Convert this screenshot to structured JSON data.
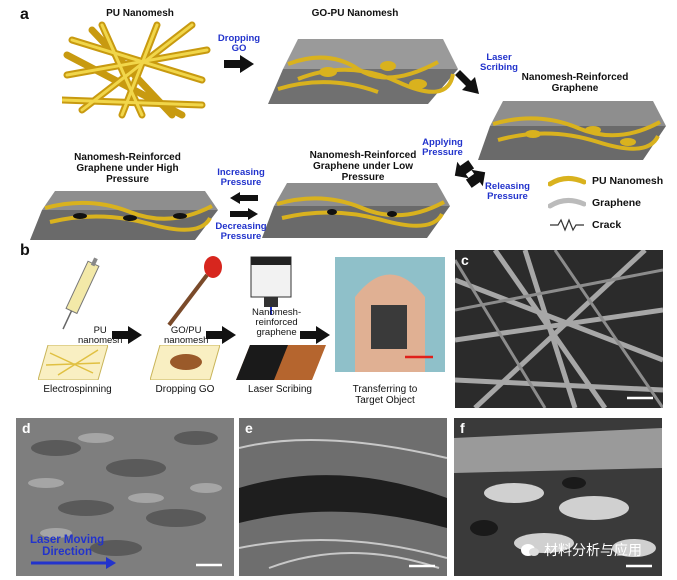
{
  "panel_a": {
    "letter": "a",
    "titles": {
      "pu_nanomesh": "PU Nanomesh",
      "go_pu_nanomesh": "GO-PU Nanomesh",
      "nanomesh_graphene": "Nanomesh-Reinforced\nGraphene",
      "low_pressure": "Nanomesh-Reinforced\nGraphene under Low\nPressure",
      "high_pressure": "Nanomesh-Reinforced\nGraphene under High\nPressure"
    },
    "steps": {
      "dropping_go": "Dropping\nGO",
      "laser_scribing": "Laser\nScribing",
      "applying_pressure": "Applying\nPressure",
      "releasing_pressure": "Releasing\nPressure",
      "increasing_pressure": "Increasing\nPressure",
      "decreasing_pressure": "Decreasing\nPressure"
    },
    "legend": [
      {
        "label": "PU Nanomesh",
        "icon": "pu-nanomesh-icon"
      },
      {
        "label": "Graphene",
        "icon": "graphene-icon"
      },
      {
        "label": "Crack",
        "icon": "crack-icon"
      }
    ]
  },
  "panel_b": {
    "letter": "b",
    "inline_labels": {
      "pu_nanomesh": "PU\nnanomesh",
      "go_pu_nanomesh": "GO/PU\nnanomesh",
      "nanomesh_graphene": "Nanomesh-\nreinforced\ngraphene"
    },
    "steps": [
      "Electrospinning",
      "Dropping GO",
      "Laser Scribing",
      "Transferring to\nTarget Object"
    ]
  },
  "panel_c": {
    "letter": "c"
  },
  "panel_d": {
    "letter": "d",
    "annotation": "Laser Moving\nDirection"
  },
  "panel_e": {
    "letter": "e"
  },
  "panel_f": {
    "letter": "f"
  },
  "watermark": "材料分析与应用",
  "colors": {
    "accent_blue": "#2233cc",
    "pu_gold": "#d9b21e",
    "arrow_black": "#111111"
  }
}
